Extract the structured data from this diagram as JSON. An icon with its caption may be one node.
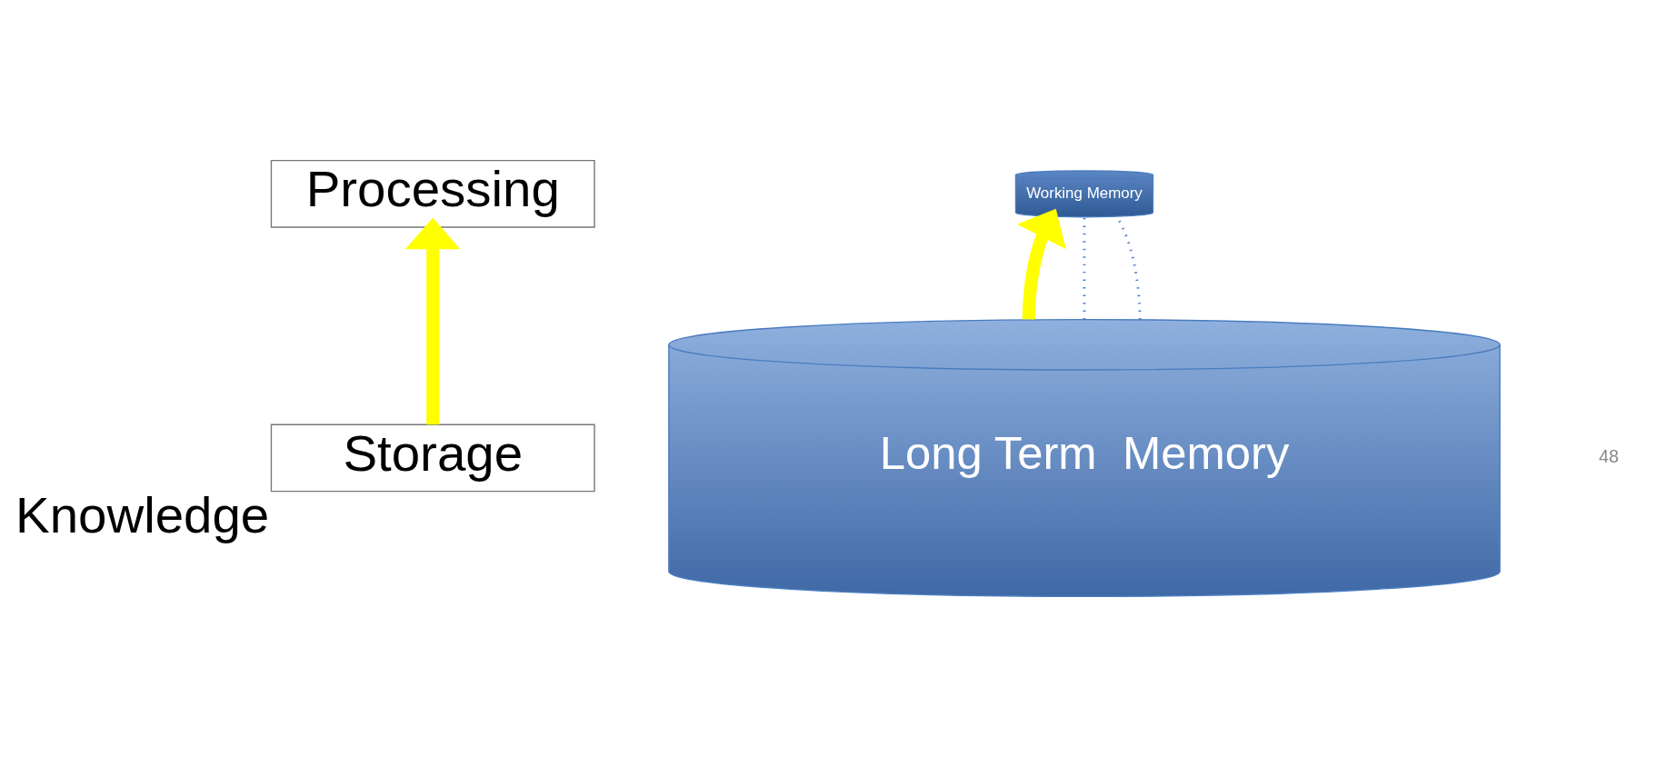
{
  "diagram": {
    "nodes": [
      {
        "text": [
          "Processing"
        ]
      },
      {
        "text": [
          "Storage"
        ],
        "beside": [
          "Knowledge"
        ]
      },
      {
        "text": [
          "Long Term  Memory"
        ]
      },
      {
        "text": [
          "Working Memory"
        ]
      }
    ],
    "edges": [
      {
        "from": 1,
        "to": 0,
        "arrow": "to",
        "style": "thick",
        "color": "#ffff00"
      },
      {
        "from": 2,
        "to": 3,
        "arrow": "to",
        "style": "thick",
        "color": "#ffff00"
      },
      {
        "from": 2,
        "to": 3,
        "arrow": "none",
        "style": "dashed",
        "color": "#4a7cc0"
      },
      {
        "from": 2,
        "to": 3,
        "arrow": "none",
        "style": "dashed",
        "color": "#4a7cc0"
      }
    ],
    "labels": [
      "48"
    ]
  }
}
